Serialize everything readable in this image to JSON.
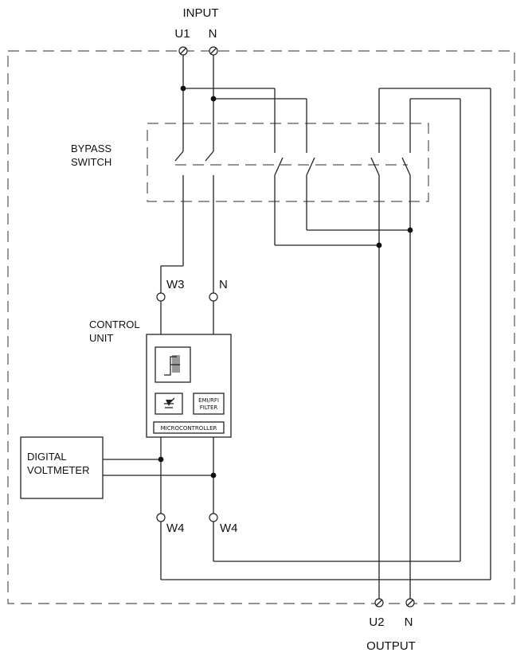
{
  "labels": {
    "input": "INPUT",
    "u1": "U1",
    "n_in": "N",
    "bypass_line1": "BYPASS",
    "bypass_line2": "SWITCH",
    "w3": "W3",
    "n_mid": "N",
    "control_line1": "CONTROL",
    "control_line2": "UNIT",
    "emi_line1": "EMI/RFI",
    "emi_line2": "FILTER",
    "micro": "MICROCONTROLLER",
    "voltmeter_line1": "DIGITAL",
    "voltmeter_line2": "VOLTMETER",
    "w4_left": "W4",
    "w4_right": "W4",
    "u2": "U2",
    "n_out": "N",
    "output": "OUTPUT"
  },
  "icons": {
    "thyristor": "thyristor-icon",
    "transformer": "transformer-graphic-icon"
  },
  "colors": {
    "line": "#222222",
    "dashed": "#555555",
    "background": "#ffffff"
  }
}
